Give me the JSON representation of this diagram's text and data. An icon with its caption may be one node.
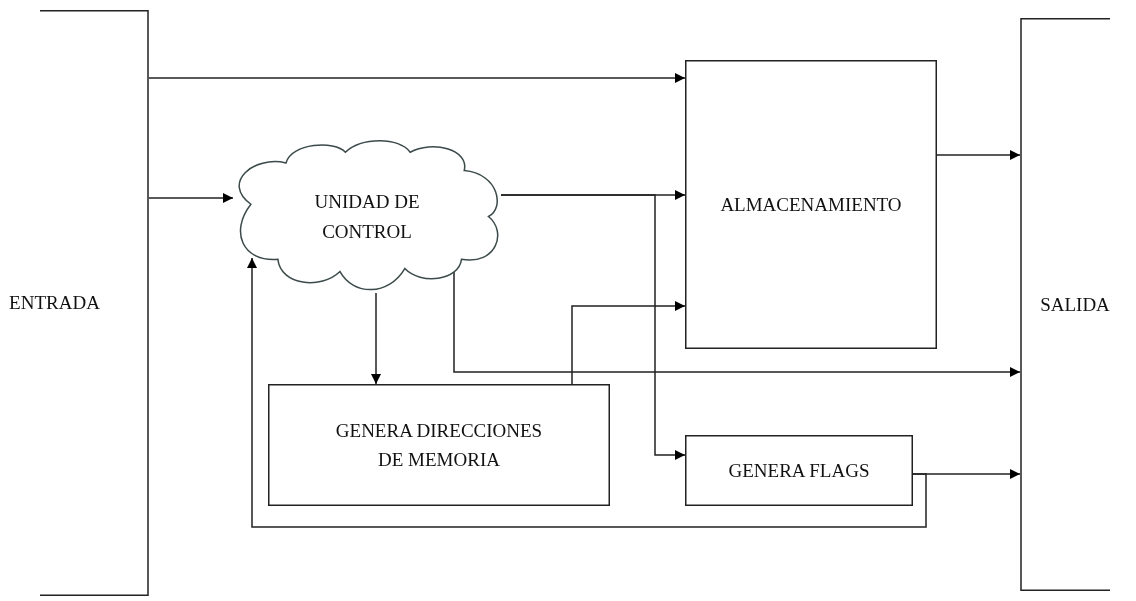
{
  "diagram": {
    "nodes": [
      {
        "text": [
          "ENTRADA"
        ]
      },
      {
        "text": [
          "UNIDAD DE CONTROL"
        ]
      },
      {
        "text": [
          "ALMACENAMIENTO"
        ]
      },
      {
        "text": [
          "GENERA DIRECCIONES DE MEMORIA"
        ]
      },
      {
        "text": [
          "GENERA FLAGS"
        ]
      },
      {
        "text": [
          "SALIDA"
        ]
      }
    ],
    "edges": [
      {
        "from": 0,
        "to": 2,
        "arrow": "to"
      },
      {
        "from": 0,
        "to": 1,
        "arrow": "to"
      },
      {
        "from": 1,
        "to": 2,
        "arrow": "to"
      },
      {
        "from": 1,
        "to": 4,
        "arrow": "to"
      },
      {
        "from": 1,
        "to": 3,
        "arrow": "to"
      },
      {
        "from": 3,
        "to": 2,
        "arrow": "to"
      },
      {
        "from": 1,
        "to": 5,
        "arrow": "to"
      },
      {
        "from": 2,
        "to": 5,
        "arrow": "to"
      },
      {
        "from": 4,
        "to": 5,
        "arrow": "to"
      },
      {
        "from": 4,
        "to": 1,
        "arrow": "to"
      }
    ]
  }
}
